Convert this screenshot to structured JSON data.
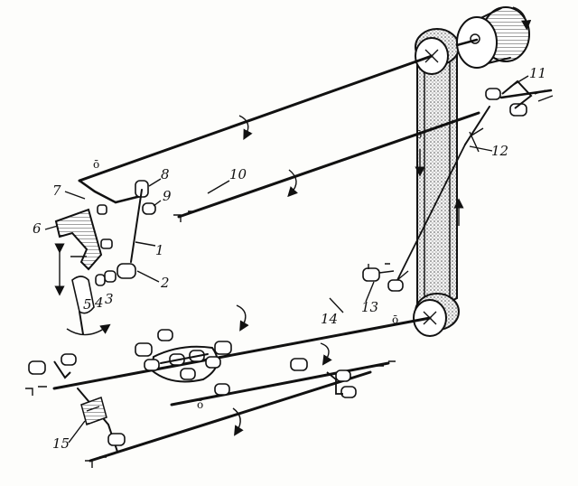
{
  "labels": {
    "l1": "1",
    "l2": "2",
    "l3": "3",
    "l4": "4",
    "l5": "5",
    "l6": "6",
    "l7": "7",
    "l8": "8",
    "l9": "9",
    "l10": "10",
    "l11": "11",
    "l12": "12",
    "l13": "13",
    "l14": "14",
    "l15": "15"
  },
  "colors": {
    "ink": "#111111",
    "paper": "#fdfdfb",
    "belt": "#d9d9d9"
  }
}
